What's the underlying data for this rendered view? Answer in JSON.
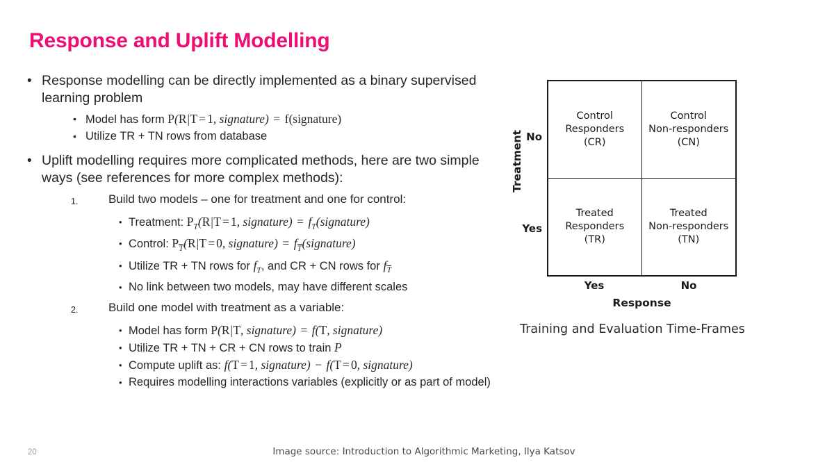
{
  "slide": {
    "title": "Response and Uplift Modelling",
    "title_color": "#EC0E73",
    "page_number": "20",
    "image_source": "Image source: Introduction to Algorithmic Marketing, Ilya Katsov"
  },
  "bullets": {
    "b1": "Response modelling can be directly implemented as a binary supervised learning problem",
    "b1s1_prefix": "Model has form ",
    "b1s2": "Utilize TR + TN rows from database",
    "b2": "Uplift modelling requires more complicated methods, here are two simple ways (see references for more complex methods):",
    "n1_marker": "1.",
    "n1": "Build two models – one for treatment and one for control:",
    "n1s1_prefix": "Treatment: ",
    "n1s2_prefix": "Control: ",
    "n1s3_a": "Utilize TR + TN rows for ",
    "n1s3_b": ", and CR + CN rows for ",
    "n1s4": "No link between two models, may have different scales",
    "n2_marker": "2.",
    "n2": "Build one model with treatment as a variable:",
    "n2s1_prefix": "Model has form ",
    "n2s2_prefix": "Utilize TR + TN + CR + CN rows to train ",
    "n2s3_prefix": "Compute uplift as: ",
    "n2s4": "Requires modelling interactions variables (explicitly or as part of model)",
    "bullet_glyph": "•"
  },
  "math": {
    "response_model": "P(R|T = 1, signature) = f(signature)",
    "treatment_model": "P_T(R|T = 1, signature) = f_T(signature)",
    "control_model": "P_Tbar(R|T = 0, signature) = f_Tbar(signature)",
    "f_treatment": "f_T",
    "f_control": "f_Tbar",
    "single_model": "P(R|T, signature) = f(T, signature)",
    "p_symbol": "P",
    "uplift": "f(T = 1, signature) − f(T = 0, signature)"
  },
  "matrix": {
    "caption": "Training and Evaluation Time-Frames",
    "y_axis_label": "Treatment",
    "x_axis_label": "Response",
    "row_labels": [
      "No",
      "Yes"
    ],
    "col_labels": [
      "Yes",
      "No"
    ],
    "cells": [
      {
        "line1": "Control",
        "line2": "Responders",
        "line3": "(CR)"
      },
      {
        "line1": "Control",
        "line2": "Non-responders",
        "line3": "(CN)"
      },
      {
        "line1": "Treated",
        "line2": "Responders",
        "line3": "(TR)"
      },
      {
        "line1": "Treated",
        "line2": "Non-responders",
        "line3": "(TN)"
      }
    ],
    "border_color": "#1A1A1A"
  }
}
